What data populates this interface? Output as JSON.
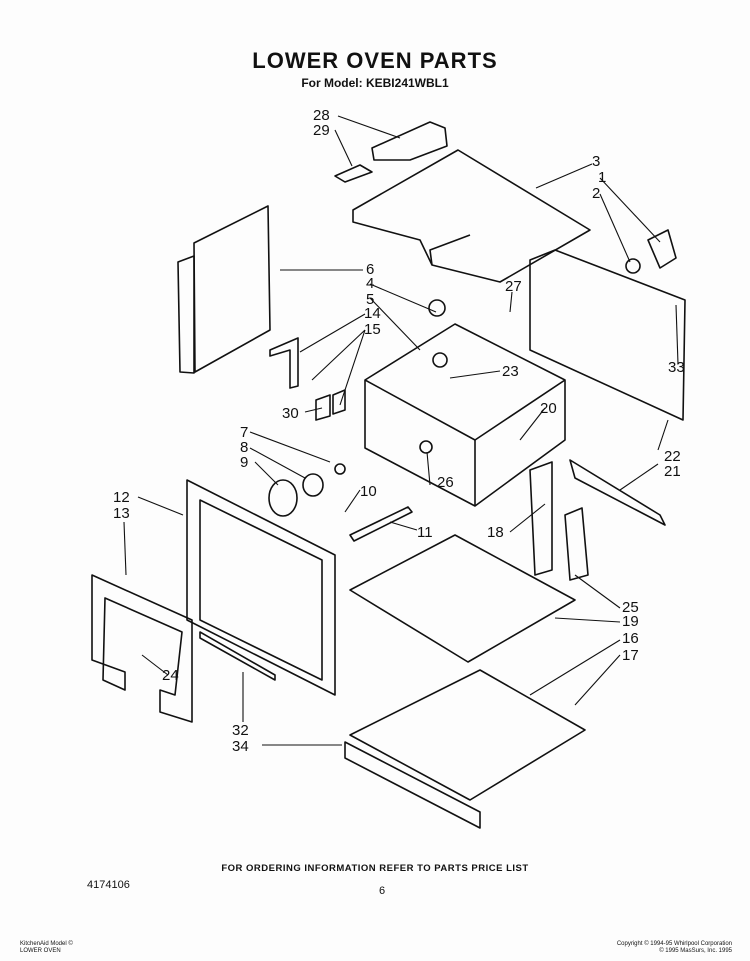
{
  "title": "LOWER OVEN PARTS",
  "subtitle": "For Model: KEBI241WBL1",
  "callouts": [
    "1",
    "2",
    "3",
    "4",
    "5",
    "6",
    "7",
    "8",
    "9",
    "10",
    "11",
    "12",
    "13",
    "14",
    "15",
    "16",
    "17",
    "18",
    "19",
    "20",
    "21",
    "22",
    "23",
    "24",
    "25",
    "26",
    "27",
    "28",
    "29",
    "30",
    "32",
    "33",
    "34"
  ],
  "footer_note": "FOR ORDERING INFORMATION REFER TO PARTS PRICE LIST",
  "doc_number": "4174106",
  "page_number": "6",
  "bottom_left": [
    "KitchenAid Model ©",
    "LOWER OVEN"
  ],
  "bottom_right": [
    "Copyright © 1994-95 Whirlpool Corporation",
    "© 1995 MasSurs, Inc. 1995"
  ]
}
